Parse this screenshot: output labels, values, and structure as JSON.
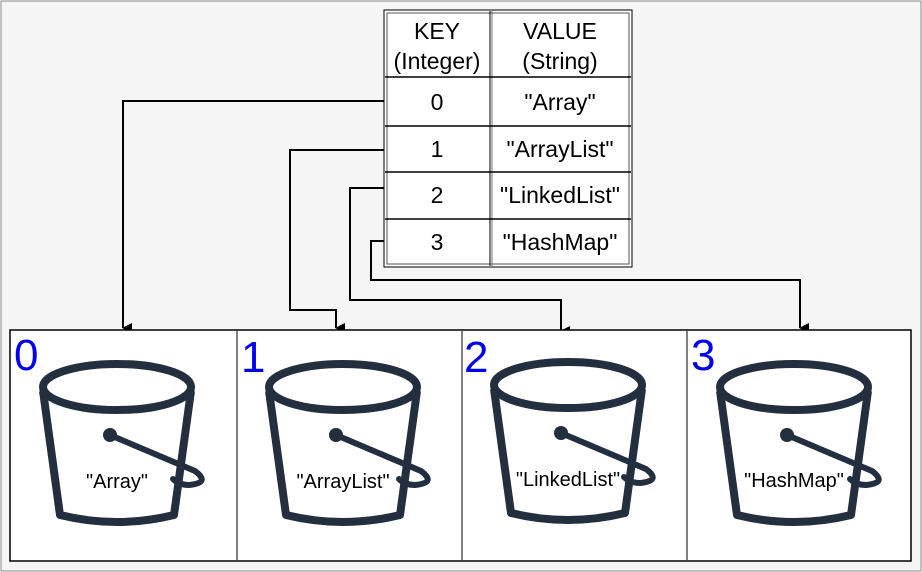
{
  "table": {
    "header_key_line1": "KEY",
    "header_key_line2": "(Integer)",
    "header_value_line1": "VALUE",
    "header_value_line2": "(String)",
    "rows": [
      {
        "key": "0",
        "value": "\"Array\""
      },
      {
        "key": "1",
        "value": "\"ArrayList\""
      },
      {
        "key": "2",
        "value": "\"LinkedList\""
      },
      {
        "key": "3",
        "value": "\"HashMap\""
      }
    ]
  },
  "buckets": [
    {
      "index": "0",
      "label": "\"Array\""
    },
    {
      "index": "1",
      "label": "\"ArrayList\""
    },
    {
      "index": "2",
      "label": "\"LinkedList\""
    },
    {
      "index": "3",
      "label": "\"HashMap\""
    }
  ],
  "colors": {
    "background": "#f5f5f5",
    "bucket_stroke": "#232f3e",
    "index_label": "#0000ee",
    "lines": "#000000"
  },
  "icons": {
    "bucket": "bucket-icon",
    "arrow": "arrow-down-icon"
  }
}
